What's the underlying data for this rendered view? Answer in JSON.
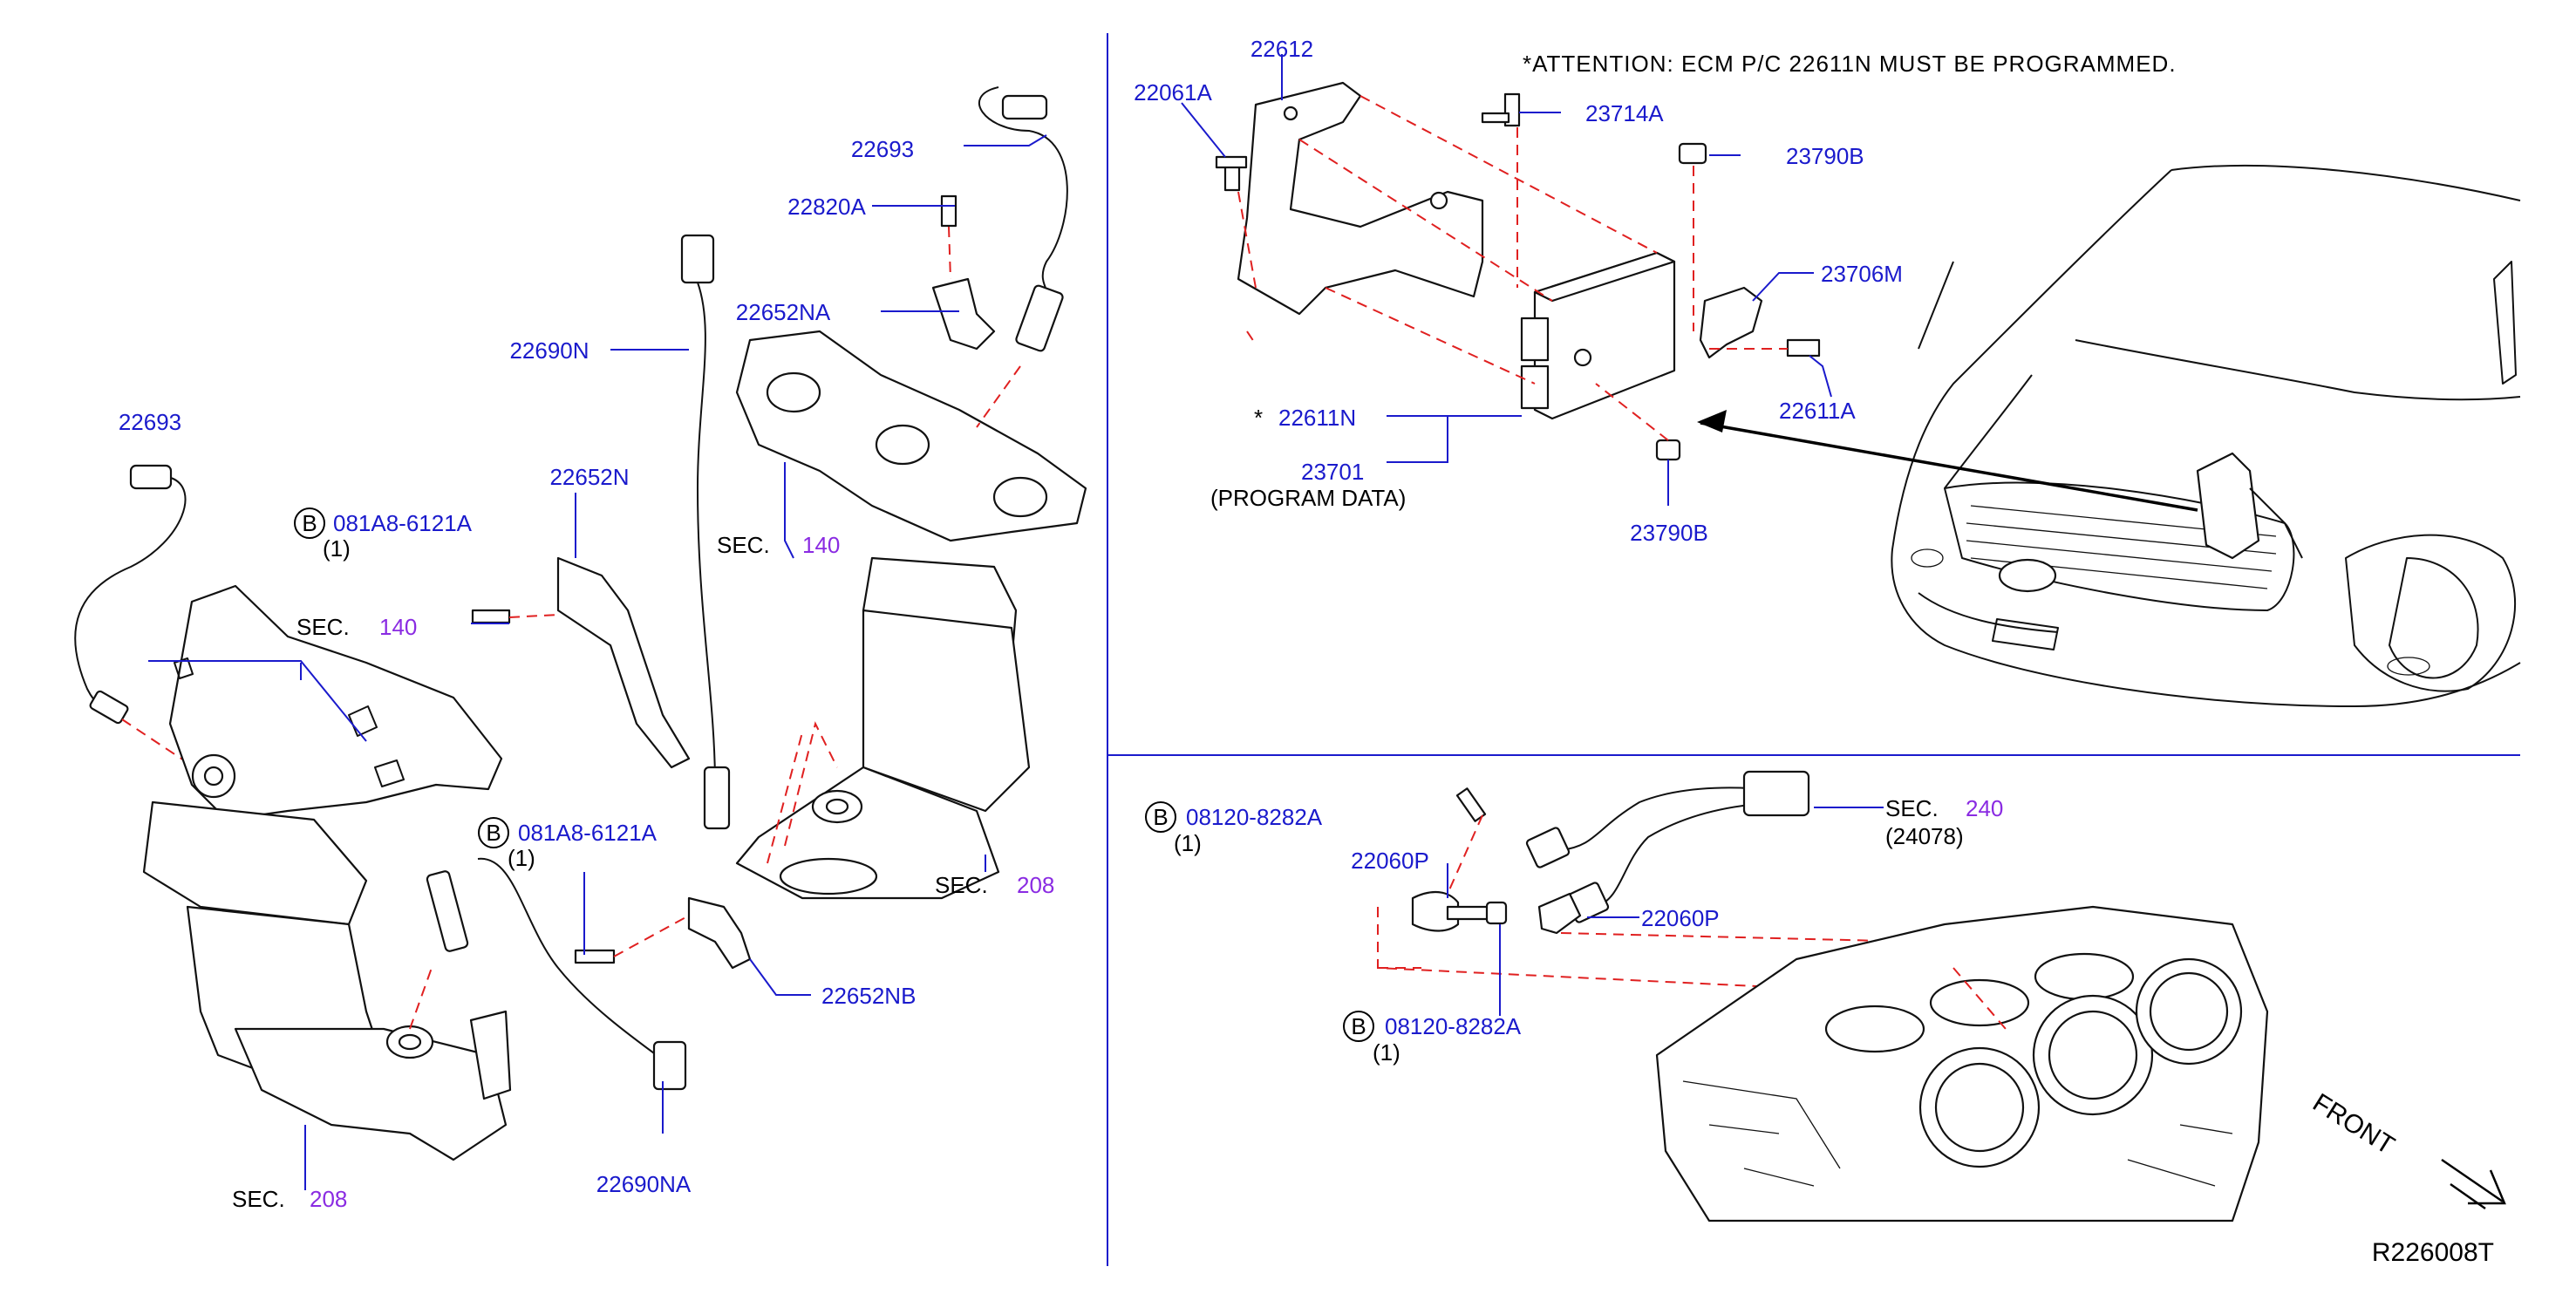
{
  "attention_note": "*ATTENTION:  ECM  P/C  22611N  MUST  BE  PROGRAMMED.",
  "reference_code": "R226008T",
  "front_label": "FRONT",
  "bolt_qty": "(1)",
  "bolt_marker": "B",
  "asterisk": "*",
  "sec_label": "SEC.",
  "left_panel": {
    "sensor_22693_a": "22693",
    "sensor_22693_b": "22693",
    "bracket_22820A": "22820A",
    "bracket_22652NA": "22652NA",
    "sensor_22690N": "22690N",
    "bracket_22652N": "22652N",
    "bolt_081A8_a": "081A8-6121A",
    "bolt_081A8_b": "081A8-6121A",
    "sensor_22690NA": "22690NA",
    "bracket_22652NB": "22652NB",
    "sec_140_a": "140",
    "sec_140_b": "140",
    "sec_208_a": "208",
    "sec_208_b": "208"
  },
  "ecm_panel": {
    "bracket_22612": "22612",
    "bolt_22061A": "22061A",
    "bolt_23714A": "23714A",
    "nut_23790B_a": "23790B",
    "nut_23790B_b": "23790B",
    "bracket_23706M": "23706M",
    "bolt_22611A": "22611A",
    "ecm_22611N": "22611N",
    "data_23701": "23701",
    "program_data": "(PROGRAM   DATA)"
  },
  "sensor_panel": {
    "bolt_08120_a": "08120-8282A",
    "bolt_08120_b": "08120-8282A",
    "sensor_22060P_a": "22060P",
    "sensor_22060P_b": "22060P",
    "sec_240": "240",
    "harness_24078": "(24078)"
  }
}
